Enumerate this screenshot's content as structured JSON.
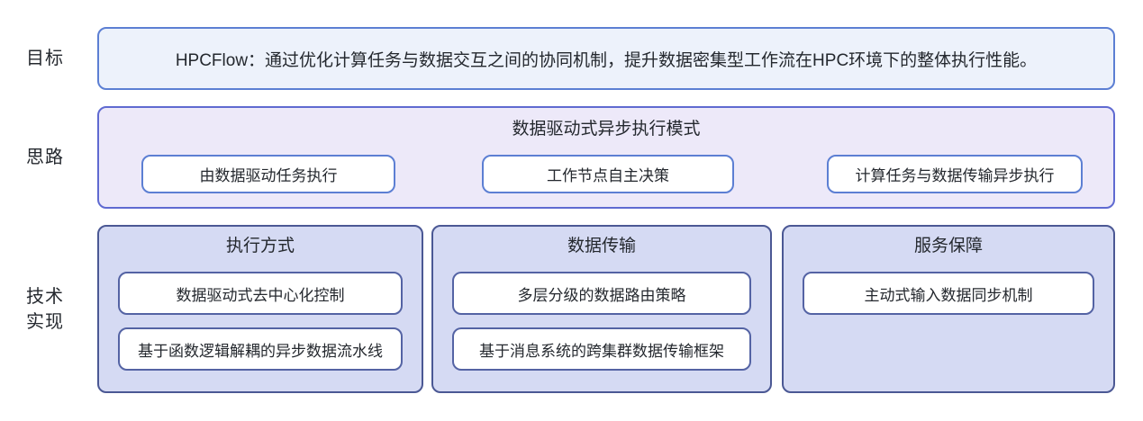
{
  "diagram": {
    "rows": {
      "goal": {
        "label": "目标",
        "text": "HPCFlow：通过优化计算任务与数据交互之间的协同机制，提升数据密集型工作流在HPC环境下的整体执行性能。"
      },
      "approach": {
        "label": "思路",
        "title": "数据驱动式异步执行模式",
        "items": [
          "由数据驱动任务执行",
          "工作节点自主决策",
          "计算任务与数据传输异步执行"
        ]
      },
      "implementation": {
        "label_lines": [
          "技术",
          "实现"
        ],
        "groups": [
          {
            "title": "执行方式",
            "items": [
              "数据驱动式去中心化控制",
              "基于函数逻辑解耦的异步数据流水线"
            ]
          },
          {
            "title": "数据传输",
            "items": [
              "多层分级的数据路由策略",
              "基于消息系统的跨集群数据传输框架"
            ]
          },
          {
            "title": "服务保障",
            "items": [
              "主动式输入数据同步机制"
            ]
          }
        ]
      }
    },
    "colors": {
      "goal_fill": "#EDF2FB",
      "goal_border": "#5C7FD3",
      "approach_fill": "#EDE9F9",
      "approach_border": "#5F6AD1",
      "approach_item_border": "#5C7FD3",
      "impl_fill": "#D5DAF3",
      "impl_border": "#4B5894",
      "impl_item_border": "#5463A4",
      "text": "#24282E"
    }
  }
}
